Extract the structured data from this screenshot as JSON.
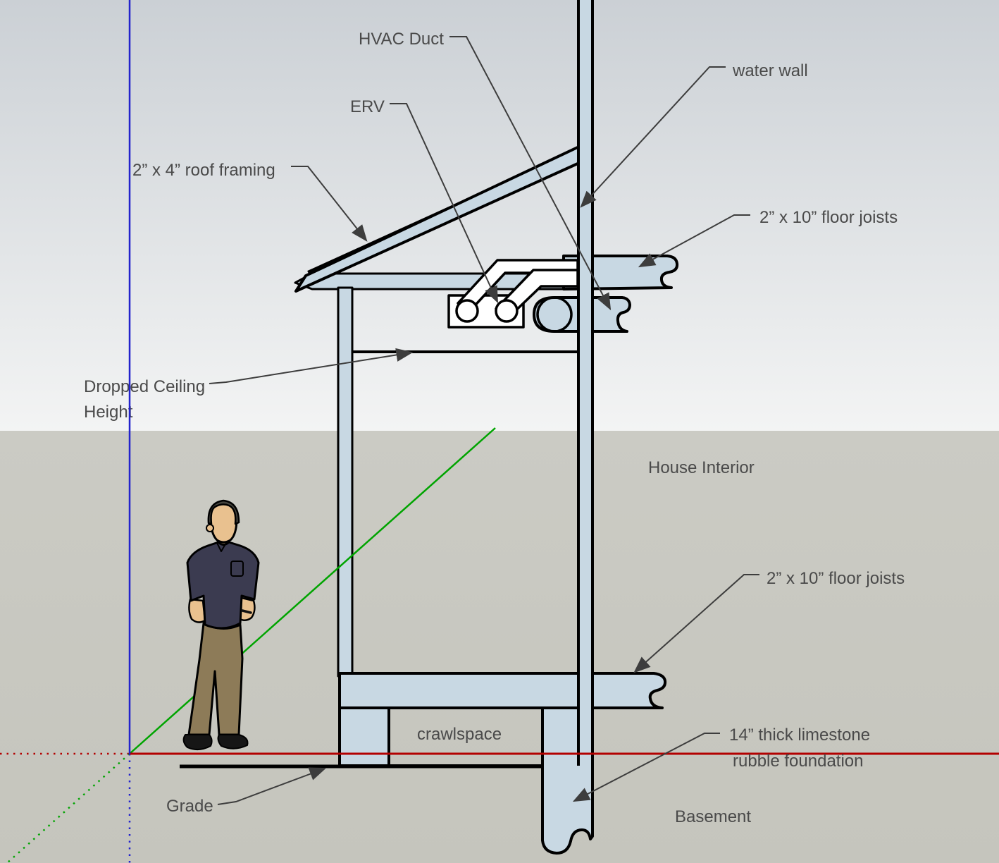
{
  "scene": {
    "app_style": "sketchup-3d-viewport",
    "subject": "house cross-section diagram with callout annotations",
    "regions": {
      "above_grade_background": "sky gradient",
      "below_horizon_background": "ground plane"
    }
  },
  "colors": {
    "sky_top": "#cbd0d5",
    "sky_bottom": "#f3f4f4",
    "ground": "#c9c9c1",
    "structure_fill": "#c8d8e3",
    "outline": "#000000",
    "axis_red": "#b30000",
    "axis_green": "#00a400",
    "axis_blue": "#2323cc",
    "leader_line": "#3d3d3d",
    "label_text": "#4a4a4a",
    "duct_white": "#ffffff",
    "figure_shirt": "#3b3b50",
    "figure_pants": "#8d7b58",
    "figure_skin": "#e9c18f",
    "figure_shoes": "#161616",
    "figure_hair": "#45443e"
  },
  "labels": {
    "hvac_duct": "HVAC Duct",
    "erv": "ERV",
    "roof_framing": "2” x 4” roof framing",
    "water_wall": "water wall",
    "floor_joists_upper": "2” x 10” floor joists",
    "dropped_ceiling_line1": "Dropped Ceiling",
    "dropped_ceiling_line2": "Height",
    "house_interior": "House Interior",
    "floor_joists_lower": "2” x 10” floor joists",
    "crawlspace": "crawlspace",
    "foundation_line1": "14” thick limestone",
    "foundation_line2": "rubble foundation",
    "grade": "Grade",
    "basement": "Basement"
  },
  "figure": {
    "description": "standing human scale figure, hands in pockets"
  }
}
